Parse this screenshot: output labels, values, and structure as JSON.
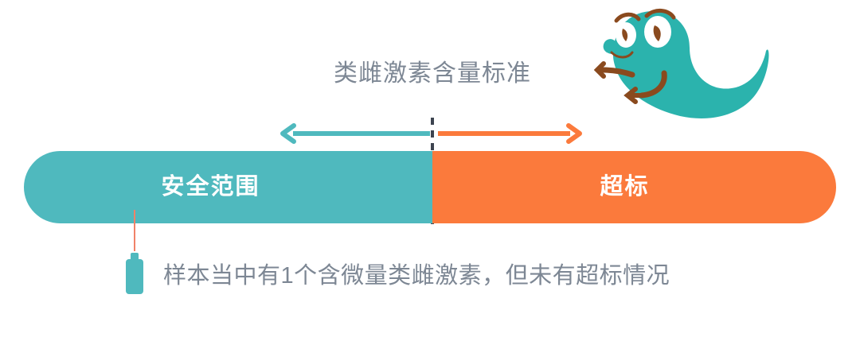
{
  "title": "类雌激素含量标准",
  "arrows": {
    "left_arrow_name": "arrow-left-safe",
    "right_arrow_name": "arrow-right-exceed",
    "left_color": "#4fb9be",
    "right_color": "#fb7a3c"
  },
  "divider": {
    "color": "#3d4450",
    "style": "dashed"
  },
  "bar": {
    "segments": [
      {
        "label": "安全范围",
        "color": "#4fb9be",
        "width_percent": 50.3
      },
      {
        "label": "超标",
        "color": "#fb7a3c",
        "width_percent": 49.7
      }
    ]
  },
  "marker": {
    "bottle_color": "#4fb9be",
    "pointer_color": "#f08268",
    "position_percent": 13.5
  },
  "caption": "样本当中有1个含微量类雌激素，但未有超标情况",
  "mascot": {
    "name": "worm-mascot",
    "body_color": "#2bb3ad",
    "limb_color": "#8a4a1e",
    "eye_color": "#ffffff",
    "pupil_color": "#8a4a1e"
  },
  "chart_data": {
    "type": "bar",
    "title": "类雌激素含量标准",
    "categories": [
      "安全范围",
      "超标"
    ],
    "values": [
      50.3,
      49.7
    ],
    "xlabel": "",
    "ylabel": "",
    "annotations": [
      "样本当中有1个含微量类雌激素，但未有超标情况"
    ],
    "legend_position": "none",
    "grid": false
  }
}
